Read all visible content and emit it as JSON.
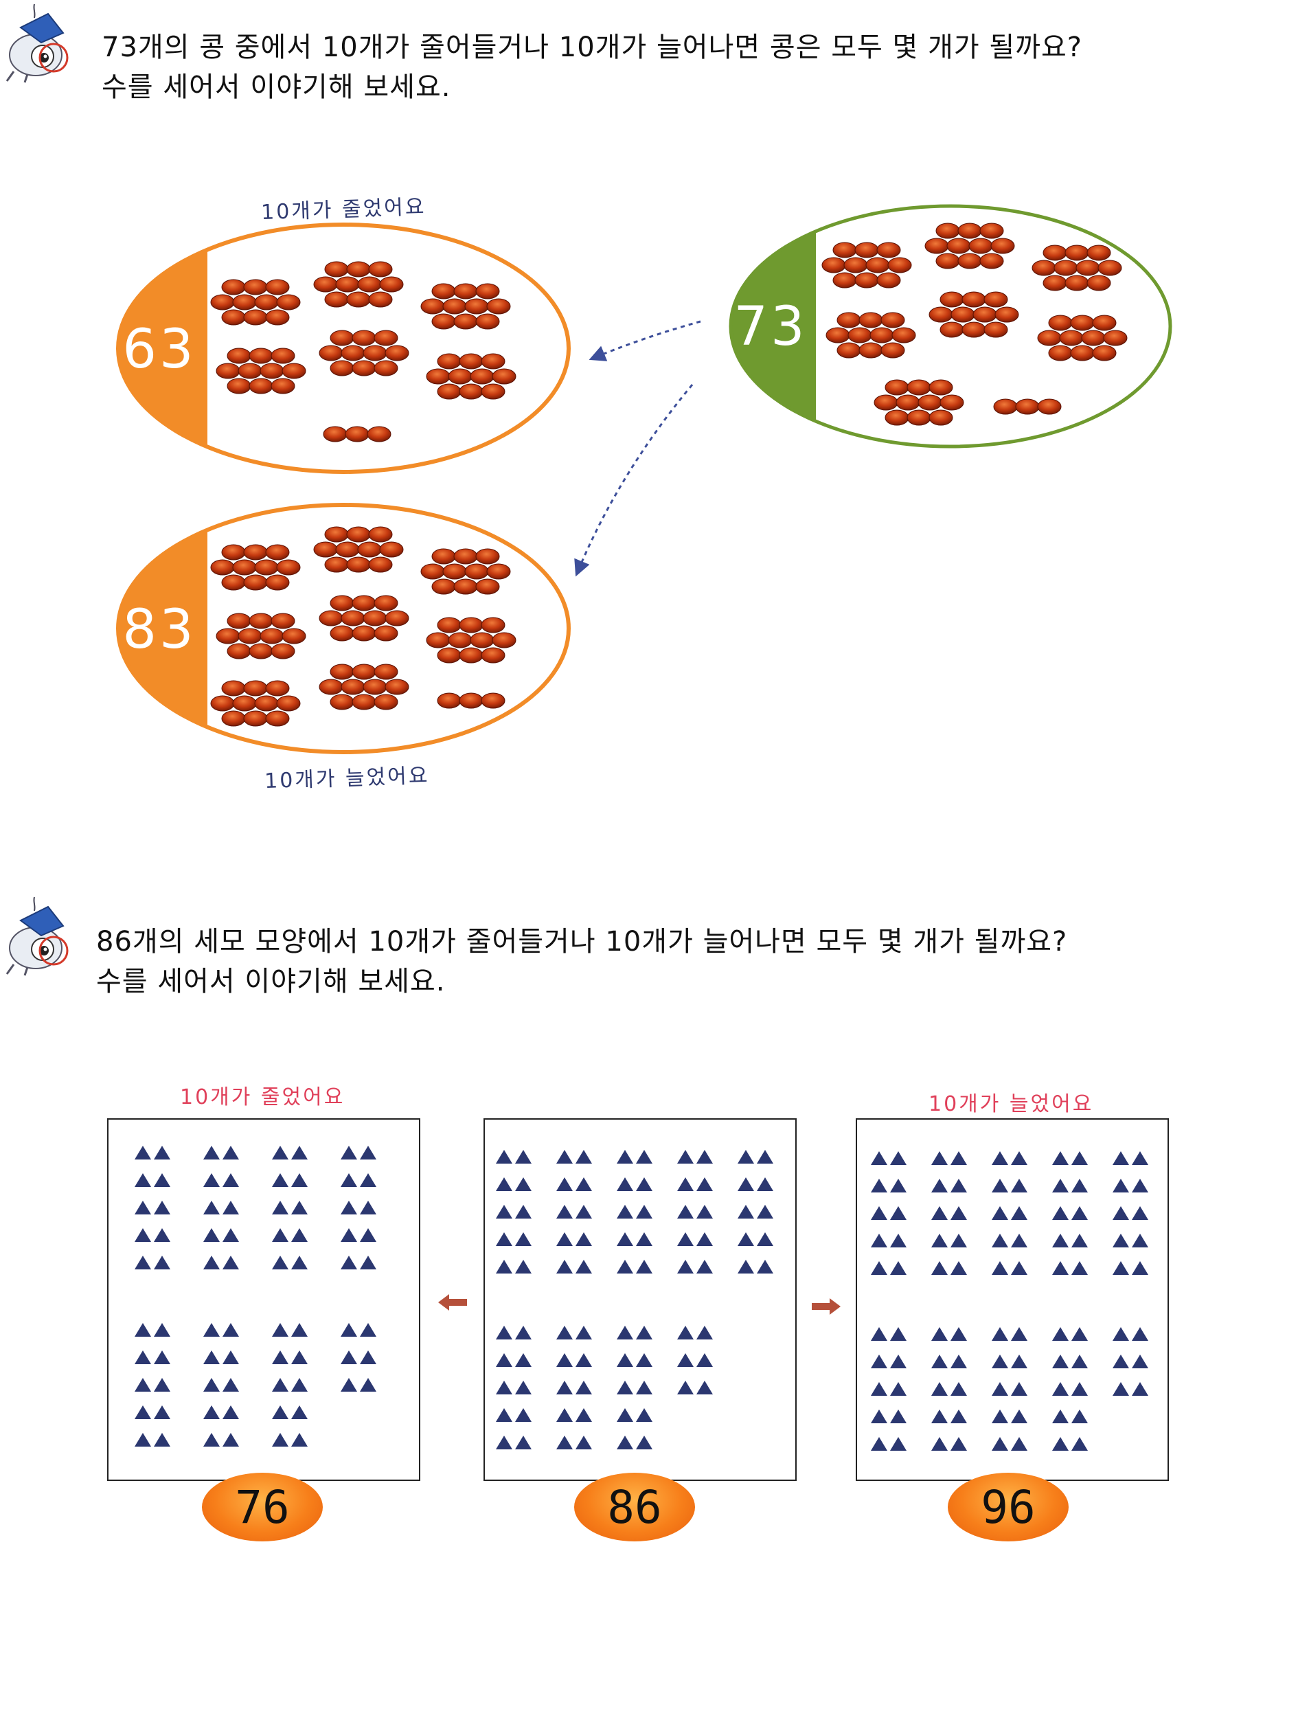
{
  "question1": {
    "line1": "73개의 콩 중에서 10개가 줄어들거나 10개가 늘어나면 콩은 모두 몇 개가 될까요?",
    "line2": "수를 세어서 이야기해 보세요."
  },
  "section1": {
    "source_label": "73",
    "decrease_label": "63",
    "increase_label": "83",
    "decrease_caption": "10개가 줄었어요",
    "increase_caption": "10개가 늘었어요",
    "colors": {
      "source_accent": "#6f9a2f",
      "result_accent": "#f28c28",
      "bean": "#c63a10"
    }
  },
  "question2": {
    "line1": "86개의 세모 모양에서 10개가 줄어들거나  10개가 늘어나면 모두 몇 개가 될까요?",
    "line2": "수를 세어서 이야기해 보세요."
  },
  "section2": {
    "decrease_caption": "10개가 줄었어요",
    "increase_caption": "10개가 늘었어요",
    "boxes": [
      {
        "value": "76",
        "triangles": 76
      },
      {
        "value": "86",
        "triangles": 86
      },
      {
        "value": "96",
        "triangles": 96
      }
    ],
    "arrow_left_icon": "arrow-left-icon",
    "arrow_right_icon": "arrow-right-icon",
    "colors": {
      "triangle": "#2b3770",
      "arrow": "#b5503a",
      "badge": "#f77f1a"
    }
  }
}
